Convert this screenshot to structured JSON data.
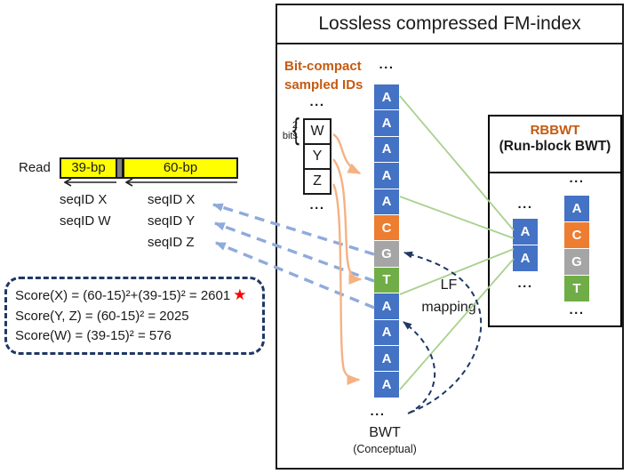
{
  "figure": {
    "title": "Lossless compressed FM-index"
  },
  "colors": {
    "cell_blue": "#4472C4",
    "cell_orange": "#ED7D31",
    "cell_gray": "#A5A5A5",
    "cell_green": "#70AD47",
    "label_orange": "#C55A11",
    "read_yellow": "#FFFF00",
    "arrow_peach": "#F6B183",
    "arrow_light_blue": "#8FAADC",
    "arrow_navy": "#1F3864",
    "line_green": "#A9D18E",
    "star_red": "#FF0000"
  },
  "ellipsis": "...",
  "read": {
    "label": "Read",
    "segments": [
      {
        "label": "39-bp"
      },
      {
        "label": "60-bp"
      }
    ]
  },
  "seq_ids": {
    "left": [
      "seqID X",
      "seqID W"
    ],
    "right": [
      "seqID X",
      "seqID Y",
      "seqID Z"
    ]
  },
  "scores": {
    "lines": [
      "Score(X) = (60-15)²+(39-15)² = 2601",
      "Score(Y, Z) = (60-15)² = 2025",
      "Score(W) = (39-15)² = 576"
    ],
    "star": "★"
  },
  "sampled_ids": {
    "label_line1": "Bit-compact",
    "label_line2": "sampled IDs",
    "bits_line1": "2",
    "bits_line2": "bits",
    "brace": "{",
    "cells": [
      "W",
      "Y",
      "Z"
    ]
  },
  "bwt": {
    "label": "BWT",
    "sublabel": "(Conceptual)",
    "cells": [
      {
        "letter": "A",
        "color": "cell_blue"
      },
      {
        "letter": "A",
        "color": "cell_blue"
      },
      {
        "letter": "A",
        "color": "cell_blue"
      },
      {
        "letter": "A",
        "color": "cell_blue"
      },
      {
        "letter": "A",
        "color": "cell_blue"
      },
      {
        "letter": "C",
        "color": "cell_orange"
      },
      {
        "letter": "G",
        "color": "cell_gray"
      },
      {
        "letter": "T",
        "color": "cell_green"
      },
      {
        "letter": "A",
        "color": "cell_blue"
      },
      {
        "letter": "A",
        "color": "cell_blue"
      },
      {
        "letter": "A",
        "color": "cell_blue"
      },
      {
        "letter": "A",
        "color": "cell_blue"
      }
    ]
  },
  "lf_mapping": {
    "line1": "LF",
    "line2": "mapping"
  },
  "rbbwt": {
    "title": "RBBWT",
    "subtitle": "(Run-block BWT)",
    "left_col": [
      {
        "letter": "A",
        "color": "cell_blue"
      },
      {
        "letter": "A",
        "color": "cell_blue"
      }
    ],
    "right_col": [
      {
        "letter": "A",
        "color": "cell_blue"
      },
      {
        "letter": "C",
        "color": "cell_orange"
      },
      {
        "letter": "G",
        "color": "cell_gray"
      },
      {
        "letter": "T",
        "color": "cell_green"
      }
    ]
  }
}
